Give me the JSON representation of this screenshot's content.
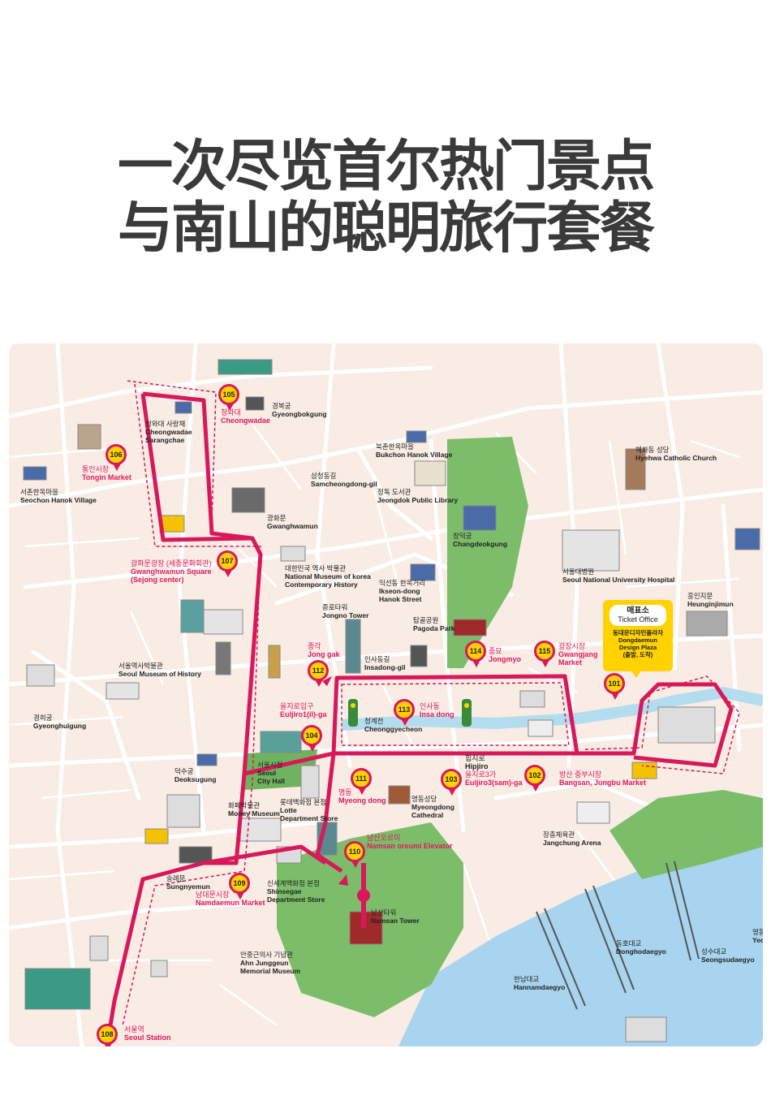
{
  "title": {
    "line1": "一次尽览首尔热门景点",
    "line2": "与南山的聪明旅行套餐"
  },
  "colors": {
    "route": "#d8185a",
    "pin_fill": "#ffd200",
    "park": "#7cbd6a",
    "river": "#a9d4ef",
    "stream": "#b4dcef",
    "map_bg": "#f8ece4",
    "road": "#ffffff",
    "title": "#3a3a3a"
  },
  "ticket_office": {
    "title_ko": "매표소",
    "title_en": "Ticket Office",
    "body_ko": "동대문디자인플라자",
    "body_en1": "Dongdaemun",
    "body_en2": "Design Plaza",
    "body_note": "(출발, 도착)"
  },
  "stops": [
    {
      "num": "101",
      "ko": "",
      "en": ""
    },
    {
      "num": "102",
      "ko": "방산 중부시장",
      "en": "Bangsan, Jungbu Market"
    },
    {
      "num": "103",
      "ko": "을지로3가",
      "en": "Euljiro3(sam)-ga"
    },
    {
      "num": "104",
      "ko": "",
      "en": ""
    },
    {
      "num": "105",
      "ko": "청와대",
      "en": "Cheongwadae"
    },
    {
      "num": "106",
      "ko": "통인시장",
      "en": "Tongin Market"
    },
    {
      "num": "107",
      "ko": "광화문광장 (세종문화회관)",
      "en": "Gwanghwamun Square",
      "en2": "(Sejong center)"
    },
    {
      "num": "108",
      "ko": "서울역",
      "en": "Seoul Station"
    },
    {
      "num": "109",
      "ko": "남대문시장",
      "en": "Namdaemun Market"
    },
    {
      "num": "110",
      "ko": "남산오르미",
      "en": "Namsan oreumi Elevator"
    },
    {
      "num": "111",
      "ko": "명동",
      "en": "Myeong dong"
    },
    {
      "num": "112",
      "ko": "종각",
      "en": "Jong gak"
    },
    {
      "num": "113",
      "ko": "인사동",
      "en": "Insa dong"
    },
    {
      "num": "114",
      "ko": "종묘",
      "en": "Jongmyo"
    },
    {
      "num": "115",
      "ko": "광장시장",
      "en": "Gwangjang",
      "en2": "Market"
    },
    {
      "num": "euljiro1",
      "ko": "을지로입구",
      "en": "Euljiro1(il)-ga"
    }
  ],
  "places": [
    {
      "ko": "경복궁",
      "en": "Gyeongbokgung"
    },
    {
      "ko": "청와대 사랑채",
      "en": "Cheongwadae",
      "en2": "Sarangchae"
    },
    {
      "ko": "서촌한옥마을",
      "en": "Seochon Hanok Village"
    },
    {
      "ko": "북촌한옥마을",
      "en": "Bukchon Hanok Village"
    },
    {
      "ko": "삼청동길",
      "en": "Samcheongdong-gil"
    },
    {
      "ko": "정독 도서관",
      "en": "Jeongdok Public Library"
    },
    {
      "ko": "혜화동 성당",
      "en": "Hyehwa Catholic Church"
    },
    {
      "ko": "광화문",
      "en": "Gwanghwamun"
    },
    {
      "ko": "창덕궁",
      "en": "Changdeokgung"
    },
    {
      "ko": "대한민국 역사 박물관",
      "en": "National Museum of korea",
      "en2": "Contemporary History"
    },
    {
      "ko": "서울대병원",
      "en": "Seoul National University Hospital"
    },
    {
      "ko": "익선동 한옥거리",
      "en": "Ikseon-dong",
      "en2": "Hanok Street"
    },
    {
      "ko": "종로타워",
      "en": "Jongno Tower"
    },
    {
      "ko": "흥인지문",
      "en": "Heunginjimun"
    },
    {
      "ko": "탑골공원",
      "en": "Pagoda Park"
    },
    {
      "ko": "서울역사박물관",
      "en": "Seoul Museum of History"
    },
    {
      "ko": "인사동길",
      "en": "Insadong-gil"
    },
    {
      "ko": "청계천",
      "en": "Cheonggyecheon"
    },
    {
      "ko": "경희궁",
      "en": "Gyeonghuigung"
    },
    {
      "ko": "서울시청",
      "en": "Seoul",
      "en2": "City Hall"
    },
    {
      "ko": "힙지로",
      "en": "Hipjiro"
    },
    {
      "ko": "덕수궁",
      "en": "Deoksugung"
    },
    {
      "ko": "화폐박물관",
      "en": "Money Museum"
    },
    {
      "ko": "롯데백화점 본점",
      "en": "Lotte",
      "en2": "Department Store"
    },
    {
      "ko": "명동성당",
      "en": "Myeongdong",
      "en2": "Cathedral"
    },
    {
      "ko": "장충체육관",
      "en": "Jangchung Arena"
    },
    {
      "ko": "숭례문",
      "en": "Sungnyemun"
    },
    {
      "ko": "신세계백화점 본점",
      "en": "Shinsegae",
      "en2": "Department Store"
    },
    {
      "ko": "남산타워",
      "en": "Namsan Tower"
    },
    {
      "ko": "동호대교",
      "en": "Donghodaegyo"
    },
    {
      "ko": "성수대교",
      "en": "Seongsudaegyo"
    },
    {
      "ko": "안중근의사 기념관",
      "en": "Ahn Junggeun",
      "en2": "Memorial Museum"
    },
    {
      "ko": "한남대교",
      "en": "Hannamdaegyo"
    },
    {
      "ko": "영동",
      "en": "Yeo"
    }
  ]
}
